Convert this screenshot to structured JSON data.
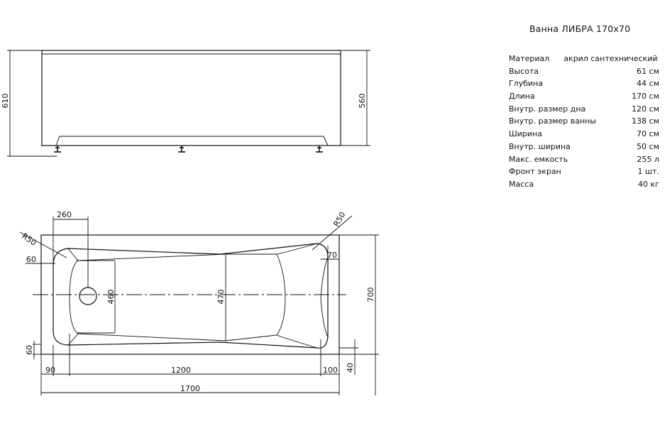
{
  "title": "Ванна ЛИБРА 170х70",
  "specs": [
    {
      "label": "Материал",
      "value": "акрил сантехнический",
      "inline": true
    },
    {
      "label": "Высота",
      "value": "61 см"
    },
    {
      "label": "Глубина",
      "value": "44 см"
    },
    {
      "label": "Длина",
      "value": "170 см"
    },
    {
      "label": "Внутр. размер дна",
      "value": "120 см"
    },
    {
      "label": "Внутр. размер ванны",
      "value": "138 см"
    },
    {
      "label": "Ширина",
      "value": "70 см"
    },
    {
      "label": "Внутр. ширина",
      "value": "50 см"
    },
    {
      "label": "Макс. емкость",
      "value": "255 л"
    },
    {
      "label": "Фронт экран",
      "value": "1 шт."
    },
    {
      "label": "Масса",
      "value": "40 кг"
    }
  ],
  "dimensions": {
    "side_height_total": "610",
    "side_height_body": "560",
    "top_r_left": "R50",
    "top_r_right": "R50",
    "top_260": "260",
    "top_60_left": "60",
    "top_70_right": "70",
    "top_460": "460",
    "top_470": "470",
    "top_700": "700",
    "top_60_bottom": "60",
    "top_40": "40",
    "top_90": "90",
    "top_1200": "1200",
    "top_100": "100",
    "top_1700": "1700"
  }
}
